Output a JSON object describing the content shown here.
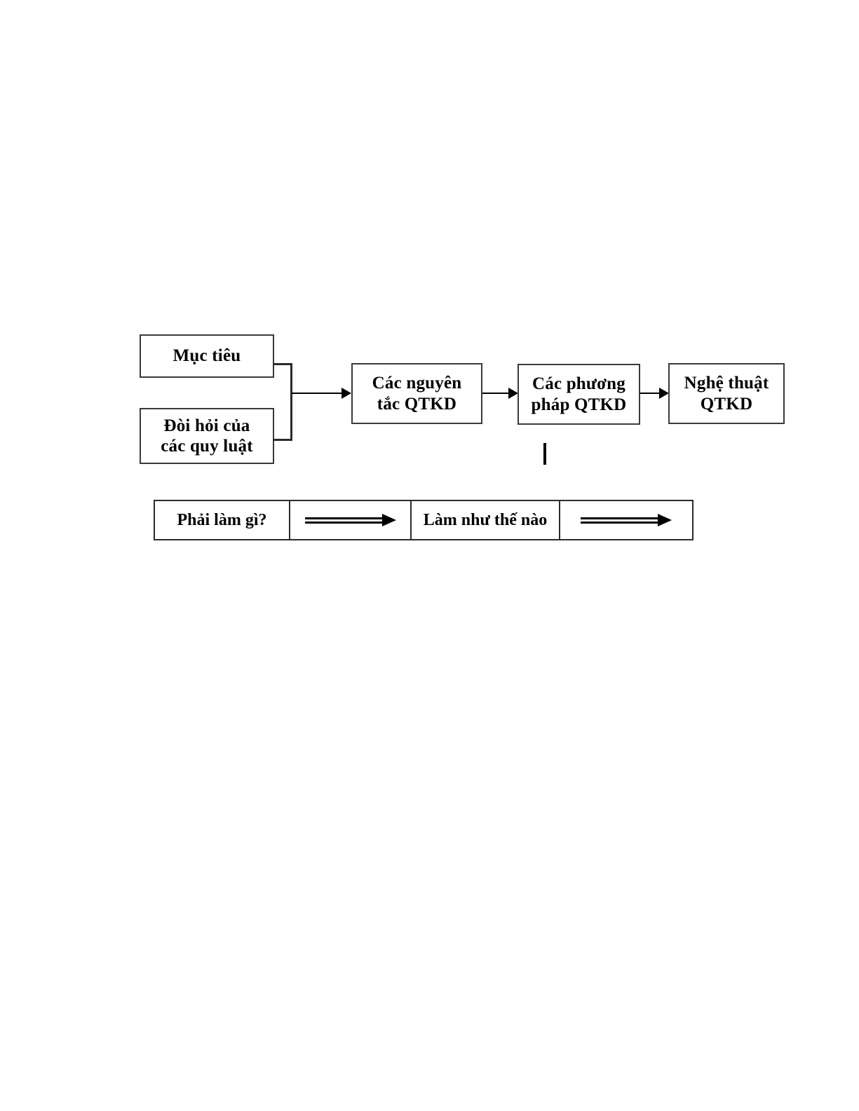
{
  "page": {
    "background_color": "#ffffff",
    "line_color": "#2b2b2b",
    "text_color": "#000000"
  },
  "diagram": {
    "type": "flow-diagram",
    "nodes": [
      {
        "id": "muc-tieu",
        "label": "Mục tiêu"
      },
      {
        "id": "doi-hoi",
        "label": "Đòi hỏi của\ncác quy luật"
      },
      {
        "id": "nguyen-tac",
        "label": "Các nguyên\ntắc QTKD"
      },
      {
        "id": "phuong-phap",
        "label": "Các phương\npháp QTKD"
      },
      {
        "id": "nghe-thuat",
        "label": "Nghệ thuật\nQTKD"
      }
    ],
    "connectors": [
      {
        "id": "merge-bracket",
        "from": [
          "muc-tieu",
          "doi-hoi"
        ],
        "to": "nguyen-tac",
        "style": "bracket-then-arrow"
      },
      {
        "id": "arrow-1",
        "from": "nguyen-tac",
        "to": "phuong-phap",
        "style": "single-line-arrow"
      },
      {
        "id": "arrow-2",
        "from": "phuong-phap",
        "to": "nghe-thuat",
        "style": "single-line-arrow"
      },
      {
        "id": "tick-1",
        "from": "phuong-phap",
        "to": null,
        "style": "short-vertical-tick"
      }
    ]
  },
  "bottom_table": {
    "cells": [
      {
        "id": "phai-lam-gi",
        "kind": "text",
        "label": "Phải làm gì?"
      },
      {
        "id": "arrow-cell-1",
        "kind": "arrow",
        "label": "double-line-arrow-right"
      },
      {
        "id": "lam-nhu-the-nao",
        "kind": "text",
        "label": "Làm như thế nào"
      },
      {
        "id": "arrow-cell-2",
        "kind": "arrow",
        "label": "double-line-arrow-right"
      }
    ]
  }
}
